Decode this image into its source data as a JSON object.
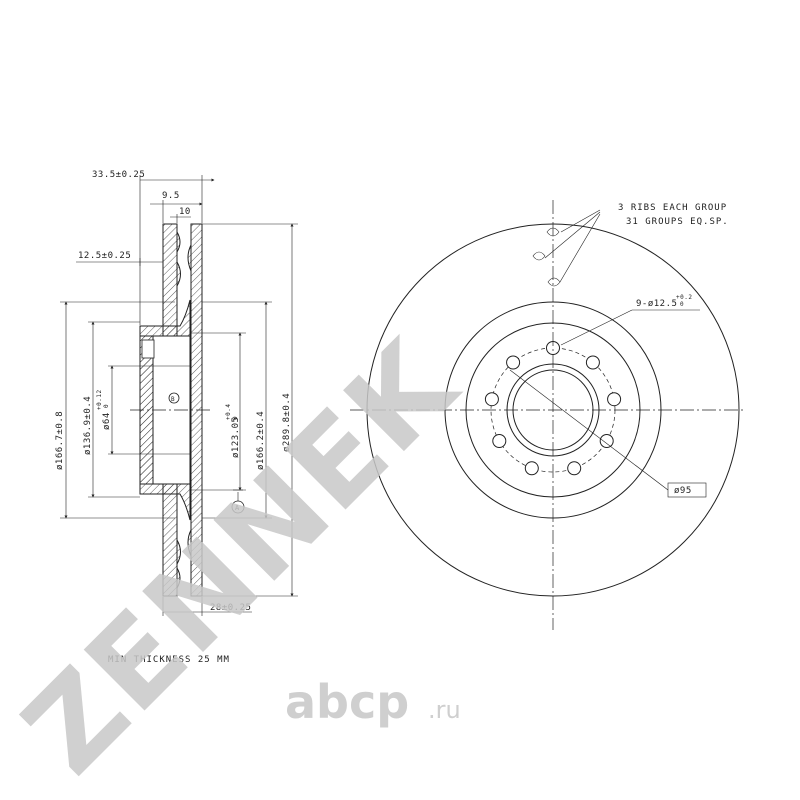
{
  "watermark": {
    "brand": "ZENNEK"
  },
  "site_logo": {
    "name": "abcp",
    "domain": ".ru"
  },
  "section_view": {
    "dims": {
      "overall_width": "33.5±0.25",
      "rib_offset": "9.5",
      "rib_width": "10",
      "hat_depth": "12.5±0.25",
      "hat_diameter": "ø166.7±0.8",
      "bolt_circle_outer": "ø136.9±0.4",
      "center_bore_value": "ø64",
      "center_bore_tol_upper": "+0.12",
      "center_bore_tol_lower": "0",
      "inner_diameter_value": "ø123.05",
      "inner_diameter_tol_upper": "+0.4",
      "inner_diameter_tol_lower": "0",
      "friction_inner": "ø166.2±0.4",
      "outer_diameter": "ø289.8±0.4",
      "thickness": "28±0.25"
    },
    "datum_mark": "A",
    "datum_b": "B",
    "min_thickness_note": "MIN THICKNESS 25 MM"
  },
  "front_view": {
    "ribs_note_line1": "3 RIBS EACH GROUP",
    "ribs_note_line2": "31 GROUPS EQ.SP.",
    "holes_value": "9-ø12.5",
    "holes_tol_upper": "+0.2",
    "holes_tol_lower": "0",
    "pcd_label": "ø95",
    "hole_count": 9
  }
}
